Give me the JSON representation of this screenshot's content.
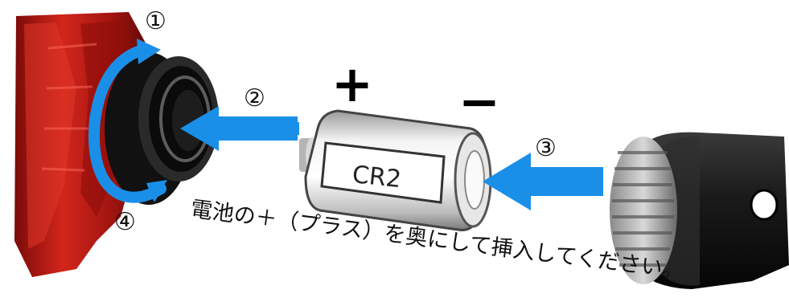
{
  "labels": {
    "step1": "①",
    "step2": "②",
    "step3": "③",
    "step4": "④",
    "plus": "+",
    "minus": "−"
  },
  "battery": {
    "type": "CR2"
  },
  "instruction": "電池の＋（プラス）を奥にして挿入してください。",
  "colors": {
    "arrow": "#1a8fe8",
    "device_red": "#c51d15",
    "cap_black": "#1a1a1a"
  }
}
